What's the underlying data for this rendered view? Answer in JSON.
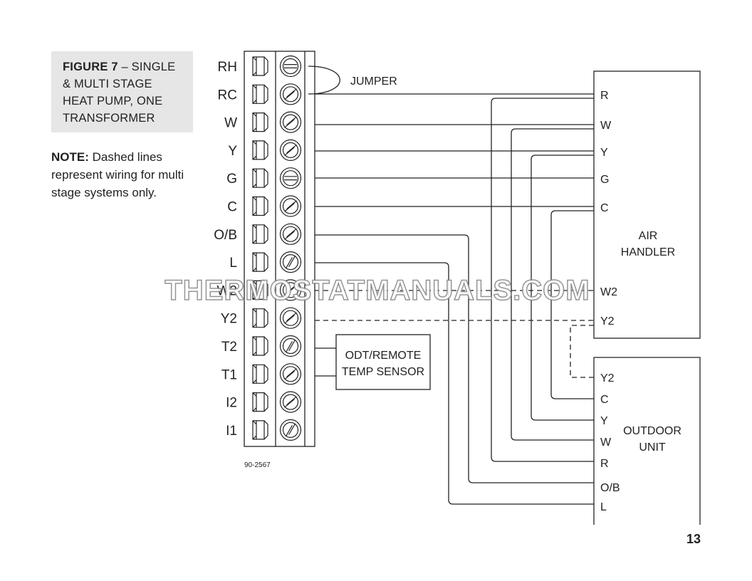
{
  "caption": {
    "figure_label": "FIGURE 7",
    "figure_title": " – SINGLE & MULTI STAGE HEAT PUMP, ONE TRANSFORMER"
  },
  "note": {
    "label": "NOTE:",
    "text": " Dashed lines represent wiring for multi stage systems only."
  },
  "terminal_block": {
    "terminals": [
      "RH",
      "RC",
      "W",
      "Y",
      "G",
      "C",
      "O/B",
      "L",
      "W2",
      "Y2",
      "T2",
      "T1",
      "I2",
      "I1"
    ],
    "part_number": "90-2567"
  },
  "jumper_label": "JUMPER",
  "sensor": {
    "line1": "ODT/REMOTE",
    "line2": "TEMP SENSOR"
  },
  "air_handler": {
    "line1": "AIR",
    "line2": "HANDLER",
    "terminals": [
      "R",
      "W",
      "Y",
      "G",
      "C",
      "W2",
      "Y2"
    ]
  },
  "outdoor_unit": {
    "line1": "OUTDOOR",
    "line2": "UNIT",
    "terminals": [
      "Y2",
      "C",
      "Y",
      "W",
      "R",
      "O/B",
      "L"
    ]
  },
  "watermark": "THERMOSTATMANUALS.COM",
  "page_number": "13",
  "colors": {
    "line": "#222222",
    "caption_bg": "#e6e6e6"
  }
}
